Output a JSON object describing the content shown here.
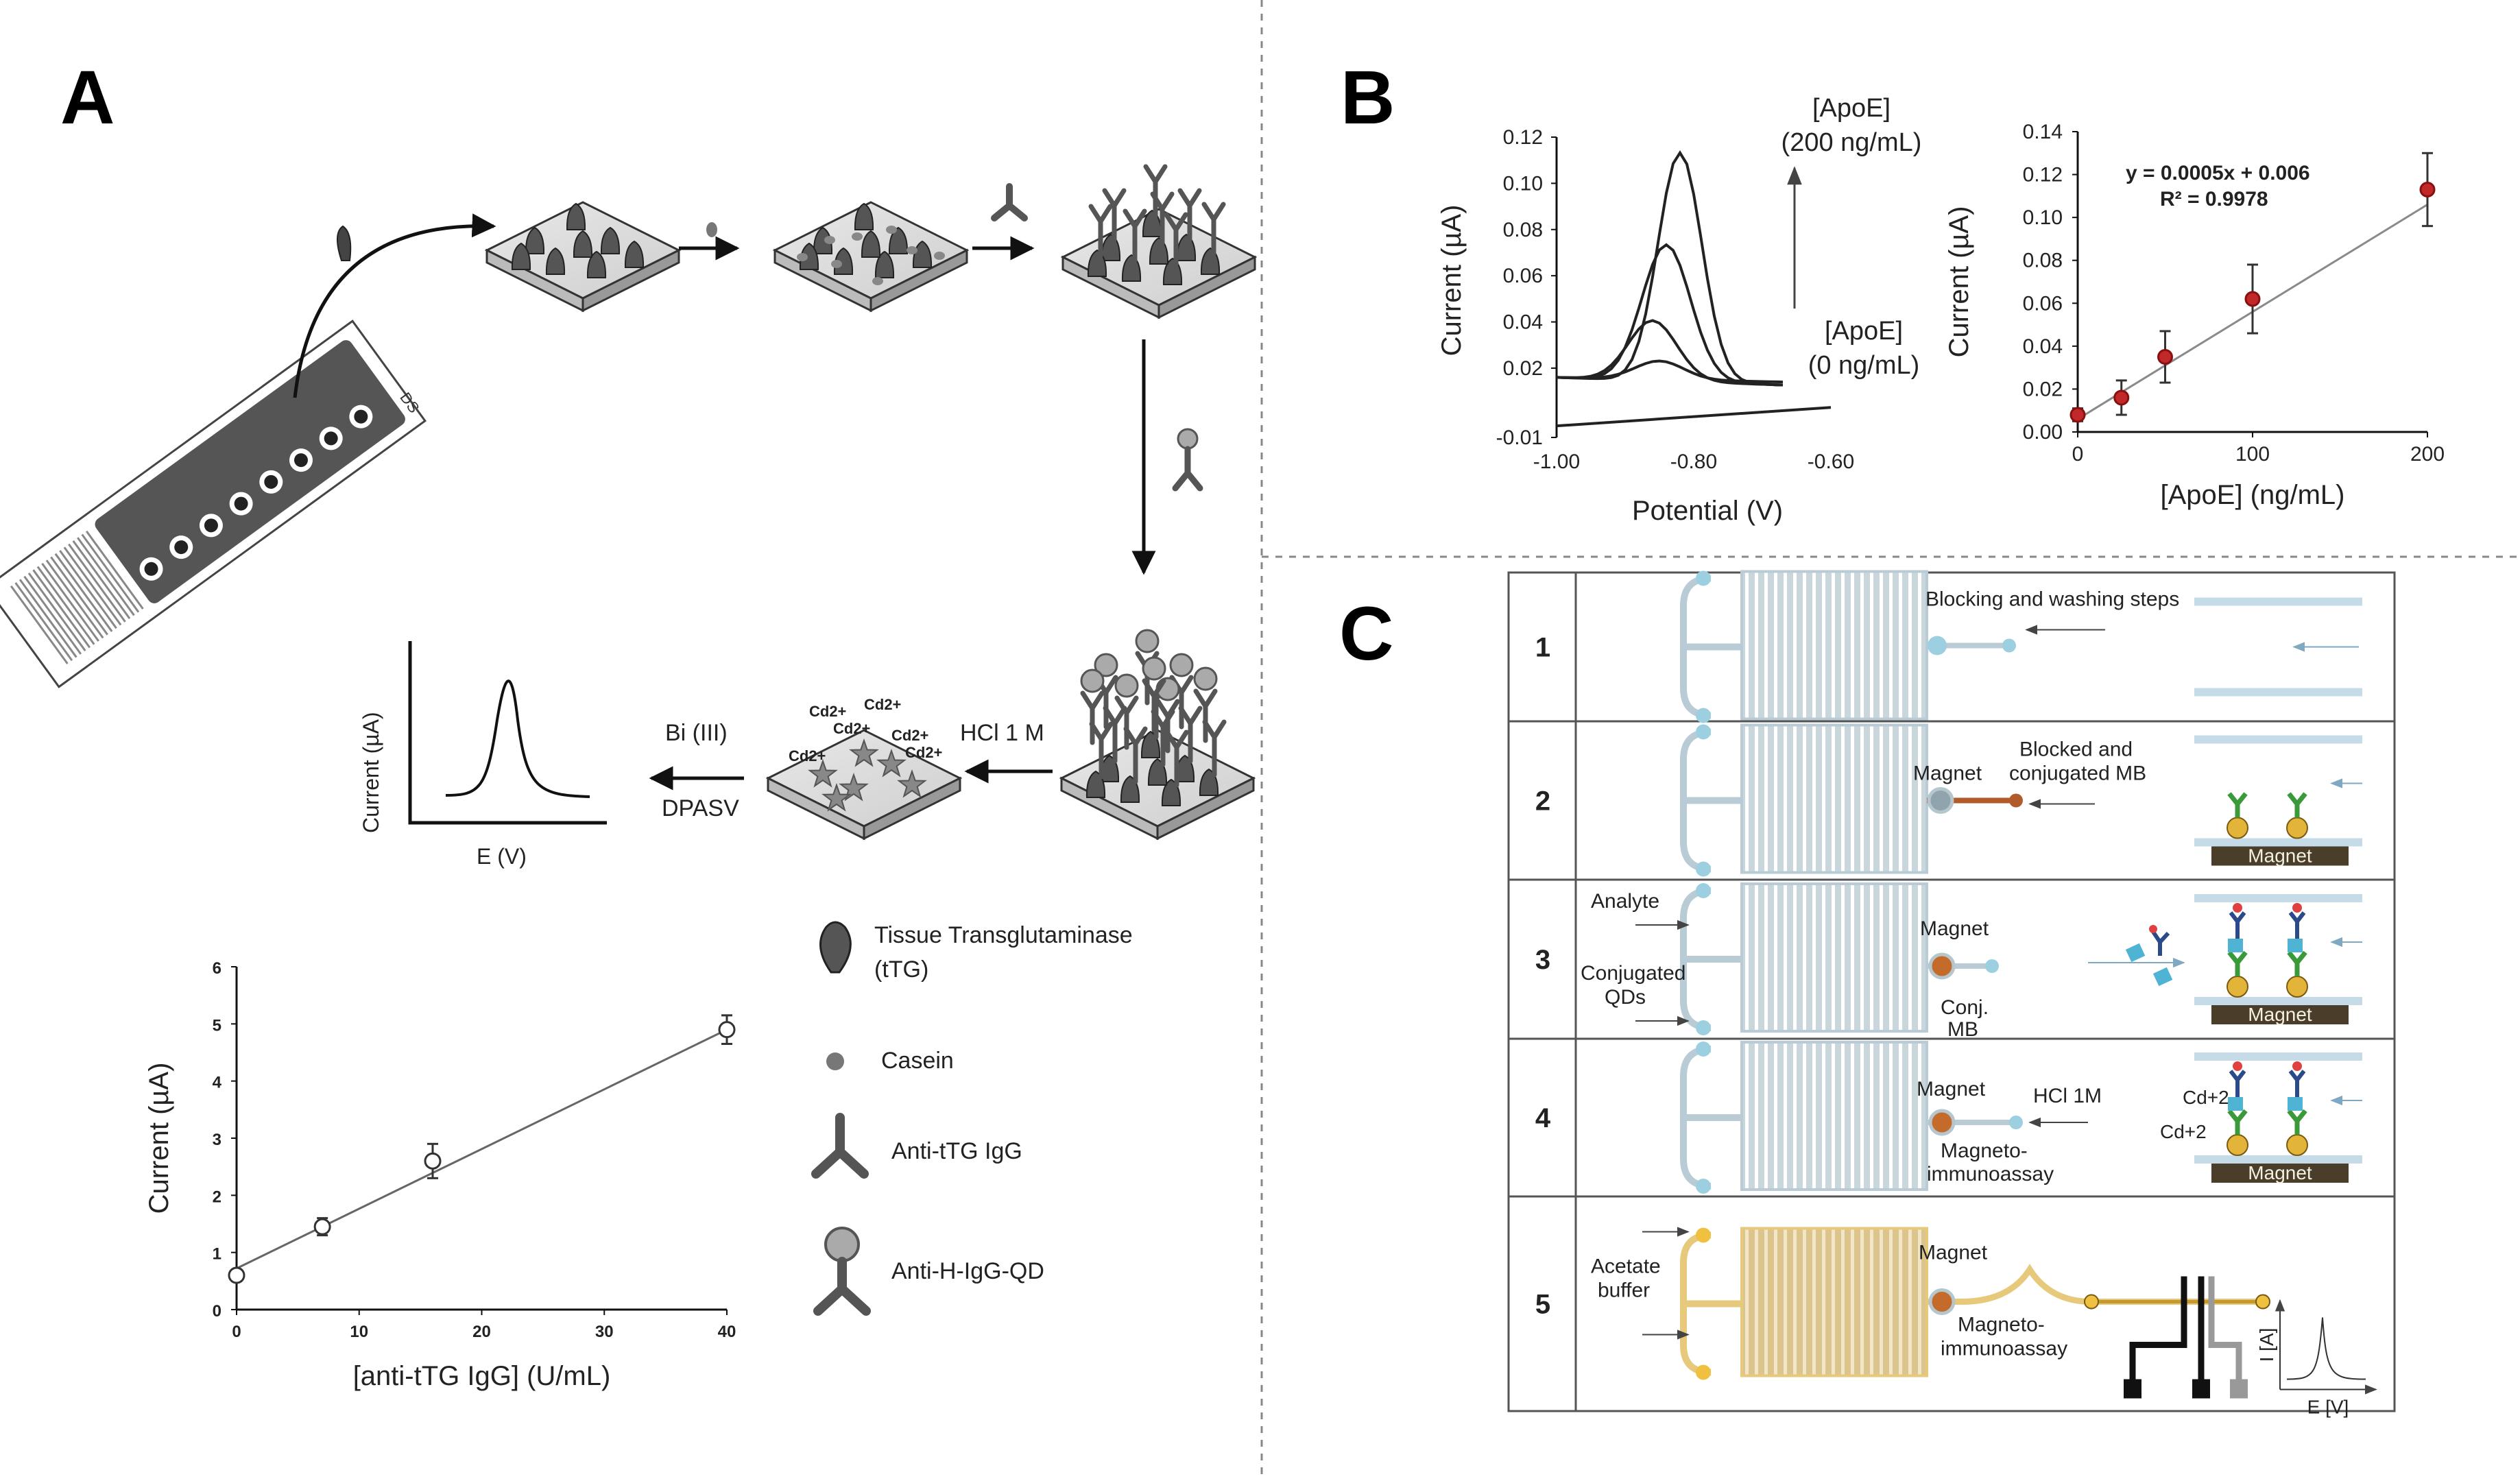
{
  "panels": {
    "A": {
      "letter": "A",
      "ncdtitle": "DS",
      "chip_code": "DS",
      "steps": {
        "hcl": "HCl 1 M",
        "bi": "Bi (III)",
        "dpasv": "DPASV"
      },
      "cd_labels": [
        "Cd2+",
        "Cd2+",
        "Cd2+",
        "Cd2+",
        "Cd2+",
        "Cd2+"
      ],
      "inset_plot": {
        "ylabel": "Current (µA)",
        "xlabel": "E (V)"
      },
      "legend": [
        {
          "text": "Tissue Transglutaminase\n(tTG)",
          "icon": "triangle-icon"
        },
        {
          "text": "Casein",
          "icon": "dot-icon"
        },
        {
          "text": "Anti-tTG IgG",
          "icon": "antibody-icon"
        },
        {
          "text": "Anti-H-IgG-QD",
          "icon": "antibody-qd-icon"
        }
      ],
      "calibration": {
        "type": "scatter",
        "x": [
          0,
          7,
          16,
          40
        ],
        "y": [
          0.6,
          1.45,
          2.6,
          4.9
        ],
        "yerr": [
          0.1,
          0.15,
          0.3,
          0.25
        ],
        "fit": {
          "intercept": 0.72,
          "slope": 0.1045
        },
        "xticks": [
          "0",
          "10",
          "20",
          "30",
          "40"
        ],
        "yticks": [
          "0",
          "1",
          "2",
          "3",
          "4",
          "5",
          "6"
        ],
        "xlim": [
          0,
          40
        ],
        "ylim": [
          0,
          6
        ],
        "xlabel": "[anti-tTG IgG] (U/mL)",
        "ylabel": "Current (µA)"
      }
    },
    "B": {
      "letter": "B",
      "voltammogram": {
        "type": "line",
        "xlabel": "Potential (V)",
        "ylabel": "Current (µA)",
        "xticks": [
          "-1.00",
          "-0.80",
          "-0.60"
        ],
        "yticks": [
          "-0.01",
          "0.02",
          "0.04",
          "0.06",
          "0.08",
          "0.10",
          "0.12"
        ],
        "xlim": [
          -1.0,
          -0.6
        ],
        "ylim": [
          -0.01,
          0.12
        ],
        "peaks": [
          0.115,
          0.075,
          0.042,
          0.024
        ],
        "annotation_top": [
          "[ApoE]",
          "(200 ng/mL)"
        ],
        "annotation_bottom": [
          "[ApoE]",
          "(0 ng/mL)"
        ]
      },
      "calibration": {
        "type": "scatter",
        "x": [
          0,
          25,
          50,
          100,
          200
        ],
        "y": [
          0.008,
          0.016,
          0.035,
          0.062,
          0.113
        ],
        "yerr": [
          0.003,
          0.008,
          0.012,
          0.016,
          0.017
        ],
        "fit": {
          "intercept": 0.006,
          "slope": 0.0005
        },
        "equation": "y = 0.0005x + 0.006",
        "r2": "R² = 0.9978",
        "xticks": [
          "0",
          "100",
          "200"
        ],
        "yticks": [
          "0.00",
          "0.02",
          "0.04",
          "0.06",
          "0.08",
          "0.10",
          "0.12",
          "0.14"
        ],
        "xlim": [
          0,
          200
        ],
        "ylim": [
          0,
          0.14
        ],
        "xlabel": "[ApoE] (ng/mL)",
        "ylabel": "Current (µA)"
      }
    },
    "C": {
      "letter": "C",
      "rows": [
        {
          "num": "1",
          "labels": [
            "Blocking and washing steps"
          ]
        },
        {
          "num": "2",
          "labels": [
            "Magnet",
            "Blocked and",
            "conjugated MB",
            "Magnet"
          ]
        },
        {
          "num": "3",
          "labels": [
            "Analyte",
            "Conjugated",
            "QDs",
            "Magnet",
            "Conj.",
            "MB",
            "Magnet"
          ]
        },
        {
          "num": "4",
          "labels": [
            "Magnet",
            "HCl 1M",
            "Magneto-",
            "immunoassay",
            "Cd+2",
            "Cd+2",
            "Magnet"
          ]
        },
        {
          "num": "5",
          "labels": [
            "Acetate",
            "buffer",
            "Magnet",
            "Magneto-",
            "immunoassay",
            "I [A]",
            "E [V]"
          ]
        }
      ]
    }
  }
}
